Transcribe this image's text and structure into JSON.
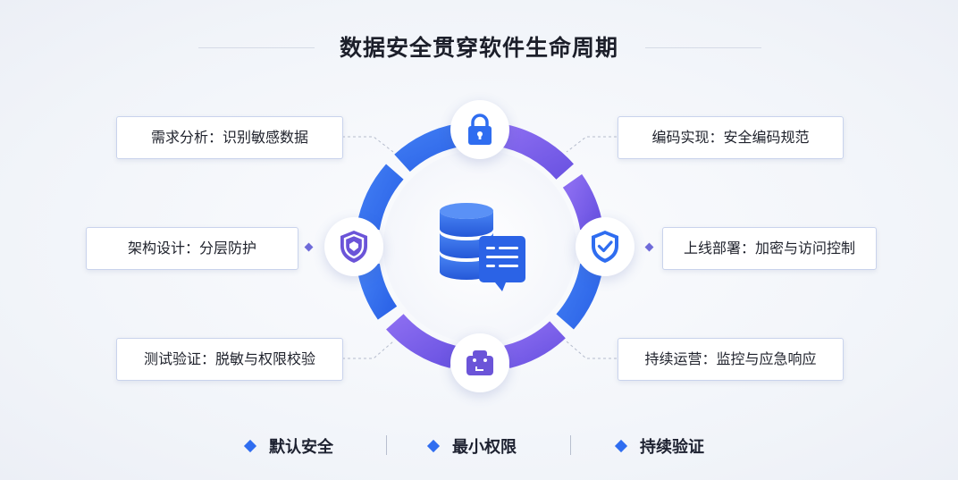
{
  "title": "数据安全贯穿软件生命周期",
  "stages": {
    "requirements": {
      "label": "需求分析：识别敏感数据",
      "icon": "lock-icon"
    },
    "coding": {
      "label": "编码实现：安全编码规范",
      "icon": "lock-icon"
    },
    "architecture": {
      "label": "架构设计：分层防护",
      "icon": "shield-icon"
    },
    "deployment": {
      "label": "上线部署：加密与访问控制",
      "icon": "shield-check-icon"
    },
    "testing": {
      "label": "测试验证：脱敏与权限校验",
      "icon": "toolkit-icon"
    },
    "operations": {
      "label": "持续运营：监控与应急响应",
      "icon": "toolkit-icon"
    }
  },
  "center": {
    "icon": "database-document-icon"
  },
  "principles": [
    "默认安全",
    "最小权限",
    "持续验证"
  ],
  "colors": {
    "blue": "#2f6df0",
    "purple": "#7b5ee8",
    "title": "#1c1f2a"
  }
}
